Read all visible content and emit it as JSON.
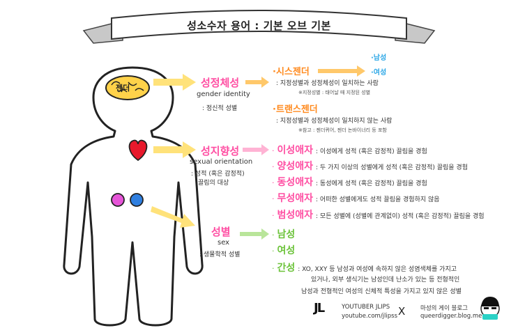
{
  "title": "성소수자 용어 : 기본 오브 기본",
  "brain_label": "젠더",
  "gender_identity": {
    "term": "성정체성",
    "english": "gender identity",
    "desc": ": 정신적 성별",
    "cisgender": {
      "term": "·시스젠더",
      "desc": ": 지정성별과 성정체성이 일치하는 사람",
      "note": "※지정성별 : 태어날 때 지정된 성별",
      "branches": [
        "·남성",
        "·여성"
      ]
    },
    "transgender": {
      "term": "·트랜스젠더",
      "desc": ": 지정성별과 성정체성이 일치하지 않는 사람",
      "note": "※참고 : 젠더퀴어, 젠더 논바이너리 등 포함"
    }
  },
  "sexual_orientation": {
    "term": "성지향성",
    "english": "sexual orientation",
    "desc1": ": 성적 (혹은 감정적)",
    "desc2": "끌림의 대상",
    "items": [
      {
        "dot": "·",
        "term": "이성애자",
        "desc": ": 이성에게 성적 (혹은 감정적) 끌림을 경험"
      },
      {
        "dot": "·",
        "term": "양성애자",
        "desc": ": 두 가지 이상의 성별에게 성적 (혹은 감정적) 끌림을 경험"
      },
      {
        "dot": "·",
        "term": "동성애자",
        "desc": ": 동성에게 성적 (혹은 감정적) 끌림을 경험"
      },
      {
        "dot": "·",
        "term": "무성애자",
        "desc": ": 어떠한 성별에게도 성적 끌림을 경험하지 않음"
      },
      {
        "dot": "·",
        "term": "범성애자",
        "desc": ": 모든 성별에 (성별에 관계없이) 성적 (혹은 감정적) 끌림을 경험"
      }
    ]
  },
  "sex": {
    "term": "성별",
    "english": "sex",
    "desc": ": 생물학적 성별",
    "items": [
      {
        "dot": "·",
        "term": "남성",
        "desc": ""
      },
      {
        "dot": "·",
        "term": "여성",
        "desc": ""
      },
      {
        "dot": "·",
        "term": "간성",
        "desc": ": XO, XXY 등 남성과 여성에 속하지 않은 성염색체를 가지고"
      }
    ],
    "intersex_lines": [
      "있거나, 외부 생식기는 남성인데 난소가 있는 등 전형적인",
      "남성과 전형적인 여성의 신체적 특성을 가지고 있지 않은 성별"
    ]
  },
  "footer": {
    "logo": "JL",
    "channel": "YOUTUBER JLIPS",
    "channel_url": "youtube.com/jlipss",
    "cross": "X",
    "blog": "마성의 게이 블로그",
    "blog_url": "queerdigger.blog.me"
  },
  "colors": {
    "pink": "#ff4fa3",
    "orange": "#ff8a1e",
    "green": "#6cc33a",
    "sky": "#2aa6e6",
    "arrow": "#ffe27a",
    "heart": "#e8192c",
    "brain": "#ffd24a",
    "gonad_left": "#e655d8",
    "gonad_right": "#2f7fe0"
  }
}
